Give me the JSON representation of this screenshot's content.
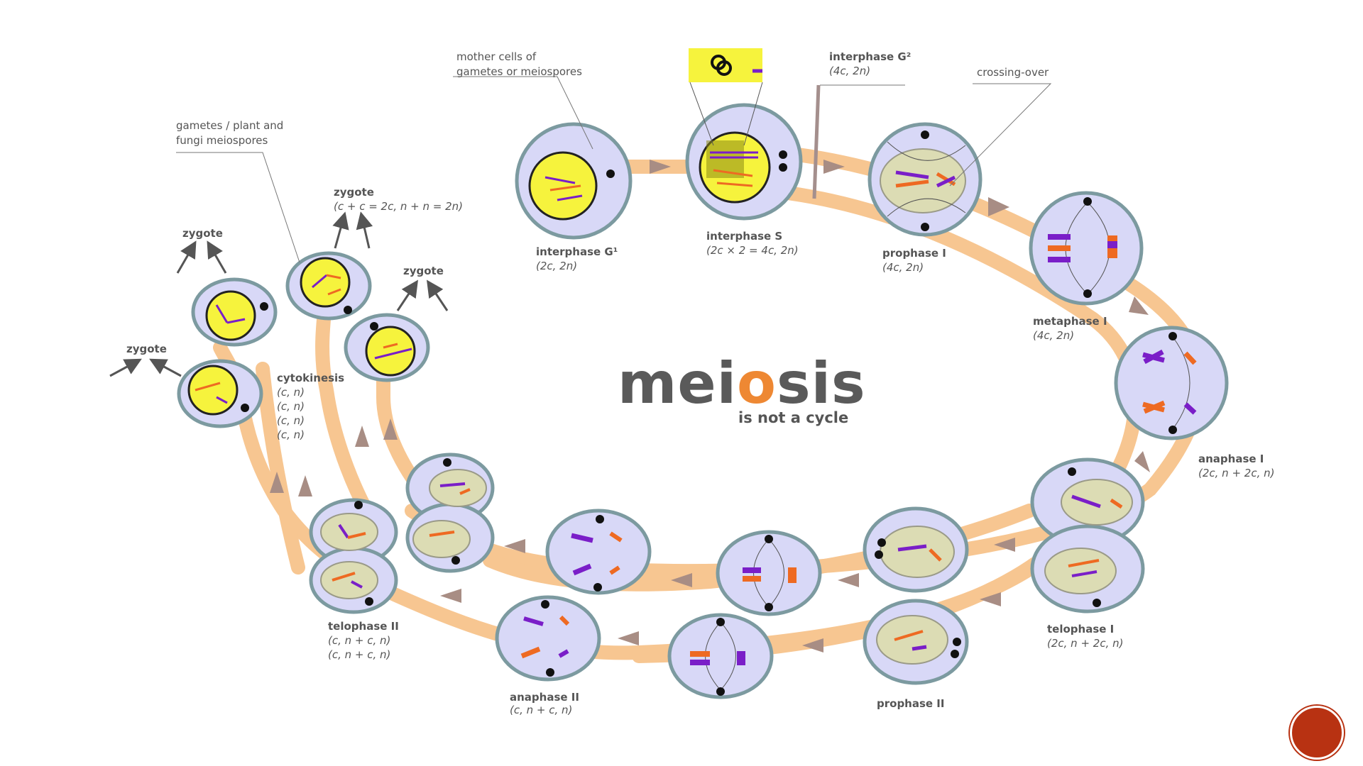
{
  "title": {
    "main_before": "mei",
    "main_accent": "o",
    "main_after": "sis",
    "subtitle": "is not a cycle"
  },
  "colors": {
    "band": "#f7c691",
    "cell_fill": "#d8d8f7",
    "cell_stroke": "#7c9aa0",
    "nucleus_yellow": "#f6f33d",
    "nucleus_olive": "#dcdcb4",
    "purple": "#7a1ec8",
    "orange": "#ee6a22",
    "arrow": "#a88d84",
    "accent": "#ee8833",
    "nav_button": "#b83212"
  },
  "annotations": {
    "mother_cells": [
      "mother cells of",
      "gametes or meiospores"
    ],
    "gametes": [
      "gametes / plant and",
      "fungi meiospores"
    ],
    "crossing_over": "crossing-over"
  },
  "stages": {
    "interphase_g1": {
      "name": "interphase G¹",
      "formula": "(2c, 2n)"
    },
    "interphase_s": {
      "name": "interphase S",
      "formula": "(2c × 2 = 4c, 2n)"
    },
    "interphase_g2": {
      "name": "interphase G²",
      "formula": "(4c, 2n)"
    },
    "prophase_1": {
      "name": "prophase I",
      "formula": "(4c, 2n)"
    },
    "metaphase_1": {
      "name": "metaphase I",
      "formula": "(4c, 2n)"
    },
    "anaphase_1": {
      "name": "anaphase I",
      "formula": "(2c, n + 2c, n)"
    },
    "telophase_1": {
      "name": "telophase I",
      "formula": "(2c, n + 2c, n)"
    },
    "prophase_2": {
      "name": "prophase II"
    },
    "anaphase_2": {
      "name": "anaphase II",
      "formula": "(c, n + c, n)"
    },
    "telophase_2": {
      "name": "telophase II",
      "formulas": [
        "(c, n + c, n)",
        "(c, n + c, n)"
      ]
    },
    "cytokinesis": {
      "name": "cytokinesis",
      "formulas": [
        "(c, n)",
        "(c, n)",
        "(c, n)",
        "(c, n)"
      ]
    }
  },
  "zygotes": {
    "top": {
      "name": "zygote",
      "formula": "(c + c = 2c, n + n = 2n)"
    },
    "left": "zygote",
    "middle": "zygote",
    "far_left": "zygote"
  }
}
